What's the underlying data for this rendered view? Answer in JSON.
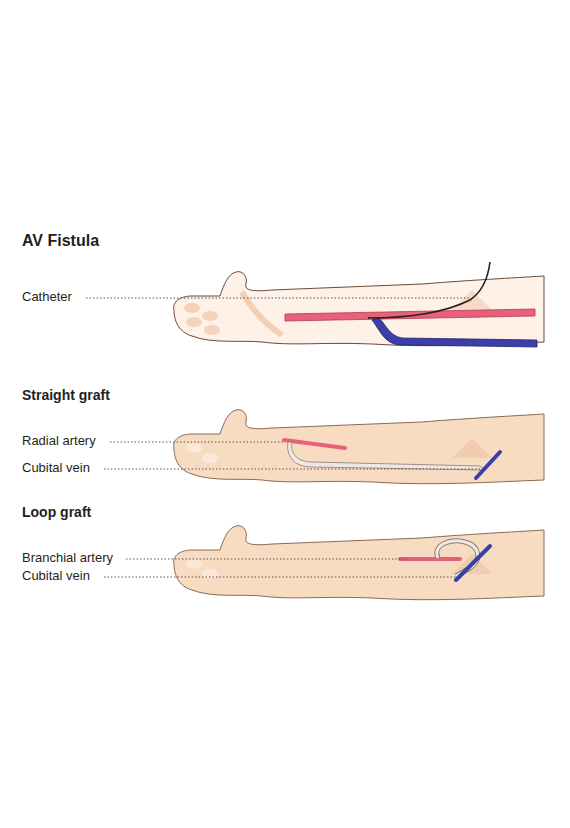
{
  "diagram": {
    "labels": [
      "AV Fistula",
      "Catheter",
      "Straight graft",
      "Radial artery",
      "Cubital vein",
      "Loop graft",
      "Branchial artery",
      "Cubital vein"
    ]
  }
}
